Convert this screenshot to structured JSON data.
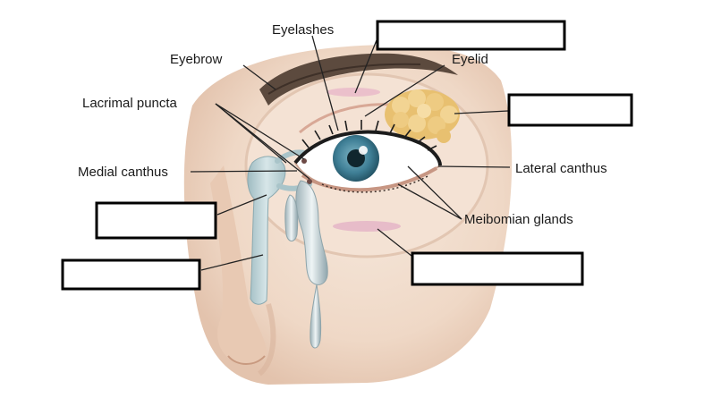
{
  "labels": {
    "eyelashes": "Eyelashes",
    "eyebrow": "Eyebrow",
    "eyelid": "Eyelid",
    "lacrimal_puncta": "Lacrimal puncta",
    "medial_canthus": "Medial canthus",
    "lateral_canthus": "Lateral canthus",
    "meibomian_glands": "Meibomian glands"
  },
  "answer_boxes": [
    "",
    "",
    "",
    "",
    ""
  ],
  "colors": {
    "skin": "#f1ddce",
    "skin_shadow": "#e2c0aa",
    "iris": "#3f7f96",
    "pupil": "#10262e",
    "gland": "#e8c070",
    "lacrimal_duct": "#b9cfd3",
    "tear": "#c9d6da",
    "line": "#222222"
  }
}
